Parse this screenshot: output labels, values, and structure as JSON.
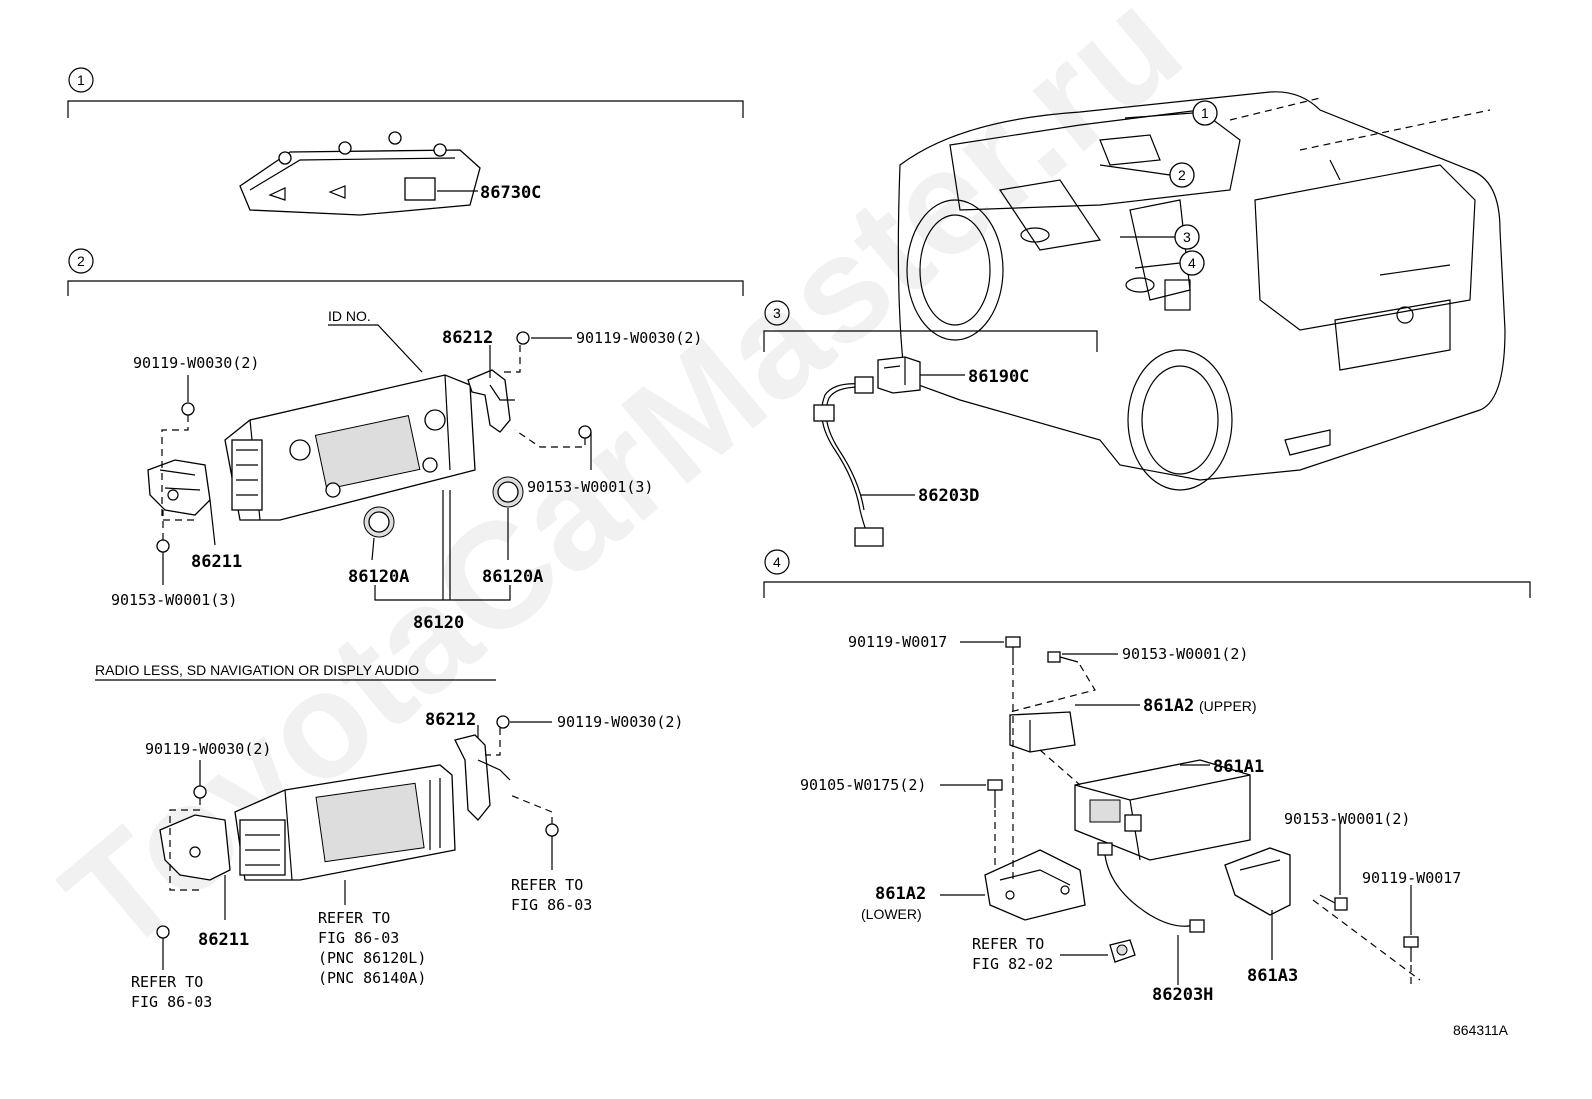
{
  "watermark": "ToyotaCarMaster.ru",
  "figure_id": "864311A",
  "sections": [
    {
      "num": "1"
    },
    {
      "num": "2"
    },
    {
      "num": "3"
    },
    {
      "num": "4"
    }
  ],
  "car_callouts": [
    "1",
    "2",
    "3",
    "4"
  ],
  "sec1": {
    "p1": "86730C"
  },
  "sec2": {
    "id_no": "ID NO.",
    "p86212": "86212",
    "screw_tr": "90119-W0030(2)",
    "screw_tl": "90119-W0030(2)",
    "nut_r": "90153-W0001(3)",
    "nut_l": "90153-W0001(3)",
    "p86211": "86211",
    "knob_l": "86120A",
    "knob_r": "86120A",
    "p86120": "86120"
  },
  "sec2b": {
    "title": "RADIO LESS, SD NAVIGATION OR DISPLY AUDIO",
    "p86212": "86212",
    "screw_tr": "90119-W0030(2)",
    "screw_tl": "90119-W0030(2)",
    "p86211": "86211",
    "refer_r1": "REFER TO",
    "refer_r2": "FIG 86-03",
    "refer_c1": "REFER TO",
    "refer_c2": "FIG 86-03",
    "refer_c3": "(PNC 86120L)",
    "refer_c4": "(PNC 86140A)",
    "refer_l1": "REFER TO",
    "refer_l2": "FIG 86-03"
  },
  "sec3": {
    "p1": "86190C",
    "p2": "86203D"
  },
  "sec4": {
    "bolt_top": "90119-W0017",
    "nut_top": "90153-W0001(2)",
    "upper": "861A2",
    "upper_note": "(UPPER)",
    "p861a1": "861A1",
    "bolt_mid": "90105-W0175(2)",
    "nut_right": "90153-W0001(2)",
    "bolt_right": "90119-W0017",
    "lower": "861A2",
    "lower_note": "(LOWER)",
    "refer1": "REFER TO",
    "refer2": "FIG 82-02",
    "p86203h": "86203H",
    "p861a3": "861A3"
  }
}
